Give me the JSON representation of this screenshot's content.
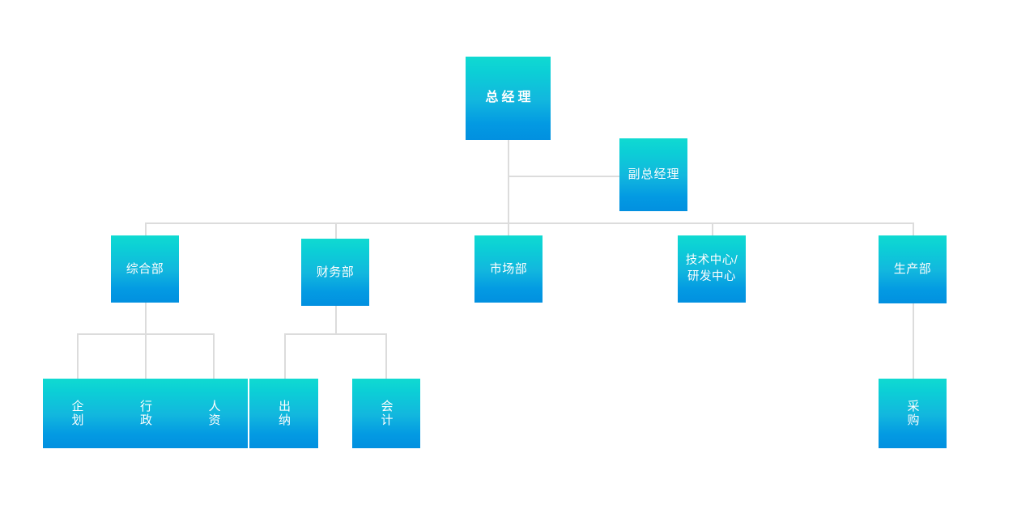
{
  "chart": {
    "type": "org-chart",
    "title": "",
    "background_color": "#ffffff",
    "node_gradient_from": "#10dad1",
    "node_gradient_to": "#0290e0",
    "connector_color": "#dcdcdc",
    "label_color": "#ffffff"
  },
  "nodes": {
    "root": {
      "label": "总经理"
    },
    "deputy": {
      "label": "副总经理"
    },
    "departments": [
      {
        "label": "综合部"
      },
      {
        "label": "财务部"
      },
      {
        "label": "市场部"
      },
      {
        "label": "技术中心/\n研发中心"
      },
      {
        "label": "生产部"
      }
    ],
    "sub_general_affairs": [
      {
        "label": "企划"
      },
      {
        "label": "行政"
      },
      {
        "label": "人资"
      }
    ],
    "sub_finance": [
      {
        "label": "出纳"
      },
      {
        "label": "会计"
      }
    ],
    "sub_production": [
      {
        "label": "采购"
      }
    ]
  }
}
